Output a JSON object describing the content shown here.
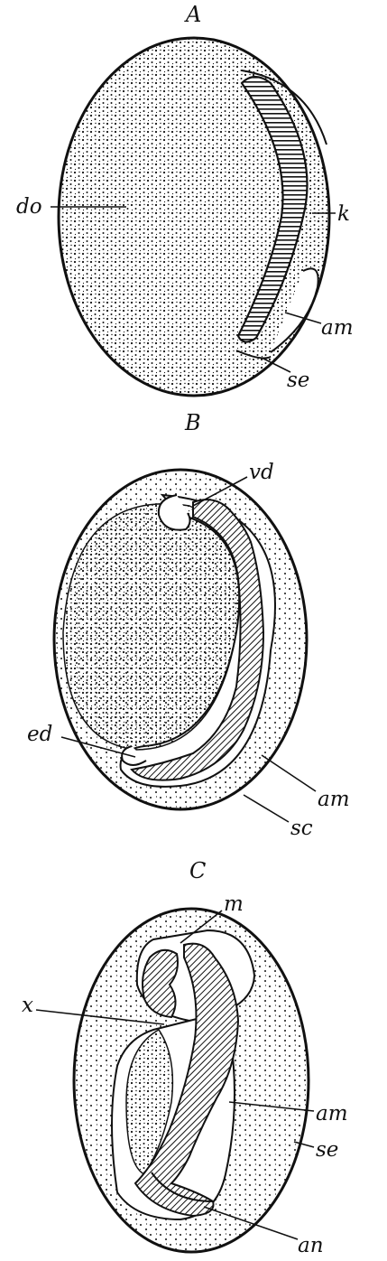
{
  "figure": {
    "panels": [
      {
        "id": "A",
        "title": "A",
        "labels": {
          "do": "do",
          "k": "k",
          "am": "am",
          "se": "se"
        }
      },
      {
        "id": "B",
        "title": "B",
        "labels": {
          "vd": "vd",
          "ed": "ed",
          "am": "am",
          "se": "sc"
        }
      },
      {
        "id": "C",
        "title": "C",
        "labels": {
          "m": "m",
          "x": "x",
          "am": "am",
          "se": "se",
          "an": "an"
        }
      }
    ]
  },
  "colors": {
    "ink": "#111111",
    "paper": "#ffffff"
  }
}
